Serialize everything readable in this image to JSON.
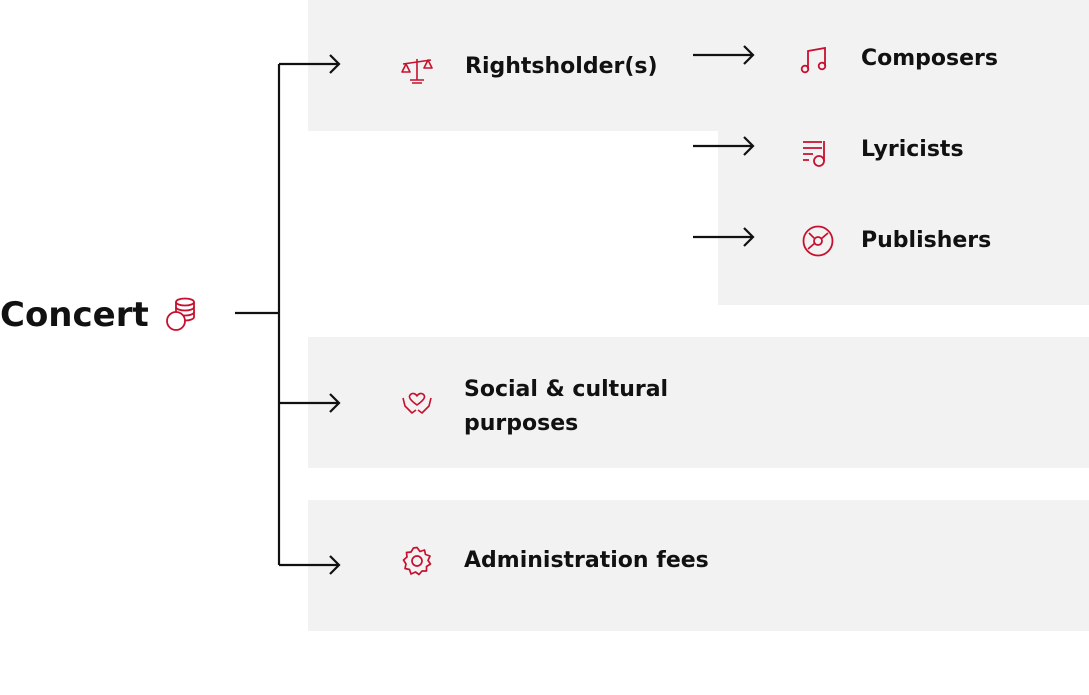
{
  "colors": {
    "accent": "#c8102e",
    "ink": "#111111",
    "panel": "#f2f2f2"
  },
  "root": {
    "label": "Concert",
    "icon": "coins-stack-icon"
  },
  "branches": [
    {
      "label": "Rightsholder(s)",
      "icon": "scales-icon",
      "children": [
        {
          "label": "Composers",
          "icon": "music-note-icon"
        },
        {
          "label": "Lyricists",
          "icon": "lyrics-note-icon"
        },
        {
          "label": "Publishers",
          "icon": "disc-icon"
        }
      ]
    },
    {
      "label_lines": [
        "Social & cultural",
        "purposes"
      ],
      "icon": "heart-hands-icon"
    },
    {
      "label": "Administration fees",
      "icon": "gear-icon"
    }
  ]
}
